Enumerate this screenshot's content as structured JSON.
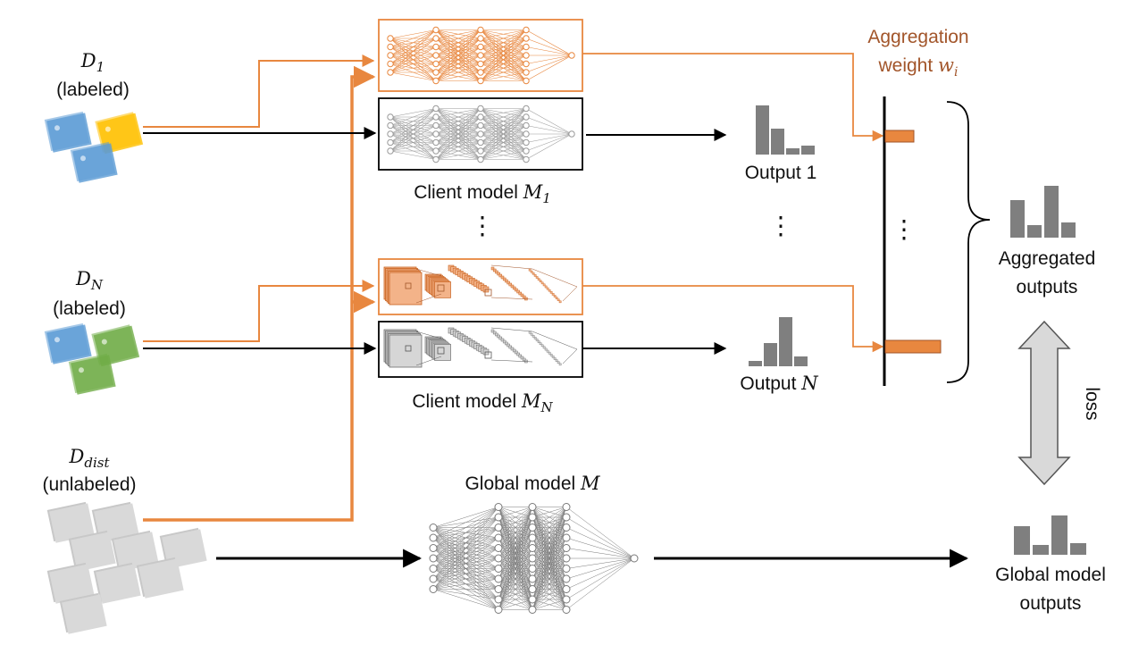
{
  "datasets": {
    "d1": {
      "symbol": "D",
      "sub": "1",
      "note": "(labeled)"
    },
    "dn": {
      "symbol": "D",
      "sub": "N",
      "note": "(labeled)"
    },
    "ddist": {
      "symbol": "D",
      "sub": "dist",
      "note": "(unlabeled)"
    }
  },
  "client1": {
    "prefix": "Client model ",
    "symbol": "M",
    "sub": "1"
  },
  "clientn": {
    "prefix": "Client model ",
    "symbol": "M",
    "sub": "N"
  },
  "global_model": {
    "prefix": "Global model ",
    "symbol": "M"
  },
  "output1": {
    "label": "Output 1"
  },
  "outputn": {
    "prefix": "Output ",
    "symbol": "N"
  },
  "aggregation": {
    "line1": "Aggregation",
    "line2_prefix": "weight ",
    "symbol": "w",
    "sub": "i"
  },
  "aggregated": {
    "line1": "Aggregated",
    "line2": "outputs"
  },
  "global_outputs": {
    "line1": "Global model",
    "line2": "outputs"
  },
  "loss": {
    "label": "loss"
  },
  "ellipsis": "⋮",
  "colors": {
    "orange": "#e8873f",
    "orange_text": "#a2552a",
    "gray_bar": "#7f7f7f",
    "blue": "#5b9bd5",
    "yellow": "#ffc000",
    "green": "#70ad47",
    "light_gray": "#bfbfbf"
  }
}
